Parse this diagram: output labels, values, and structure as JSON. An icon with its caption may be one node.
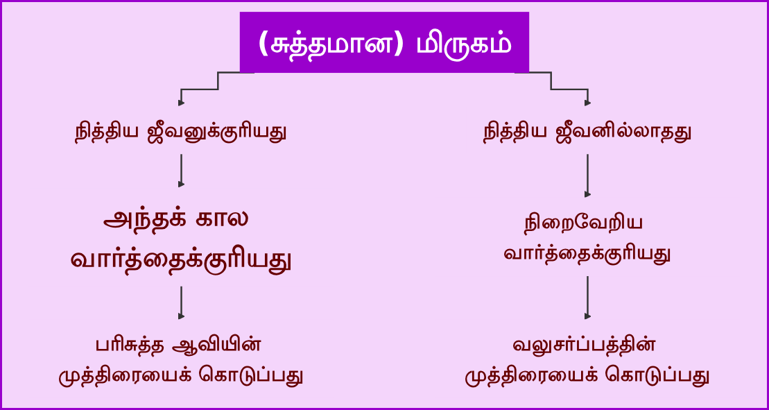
{
  "diagram": {
    "nodes": [
      {
        "text": [
          "(சுத்தமான) மிருகம்"
        ]
      },
      {
        "text": [
          "நித்திய ஜீவனுக்குரியது"
        ]
      },
      {
        "text": [
          "நித்திய ஜீவனில்லாதது"
        ]
      },
      {
        "text": [
          "அந்தக் கால வார்த்தைக்குரியது"
        ]
      },
      {
        "text": [
          "நிறைவேறிய வார்த்தைக்குரியது"
        ]
      },
      {
        "text": [
          "பரிசுத்த ஆவியின் முத்திரையைக் கொடுப்பது"
        ]
      },
      {
        "text": [
          "வலுசர்ப்பத்தின் முத்திரையைக் கொடுப்பது"
        ]
      }
    ],
    "edges": [
      {
        "from": 0,
        "to": 1,
        "arrow": "to"
      },
      {
        "from": 0,
        "to": 2,
        "arrow": "to"
      },
      {
        "from": 1,
        "to": 3,
        "arrow": "to"
      },
      {
        "from": 3,
        "to": 5,
        "arrow": "to"
      },
      {
        "from": 2,
        "to": 4,
        "arrow": "to"
      },
      {
        "from": 4,
        "to": 6,
        "arrow": "to"
      }
    ]
  }
}
